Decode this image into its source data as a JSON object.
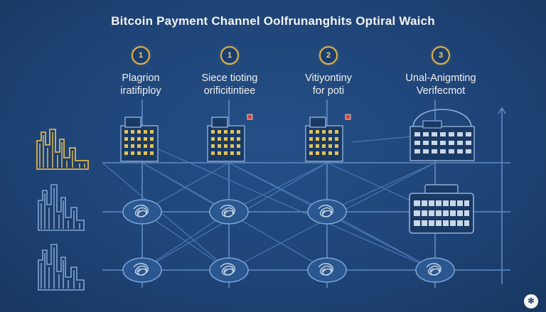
{
  "title": "Bitcoin Payment Channel Oolfrunanghits Optiral Waich",
  "steps": [
    {
      "number": "1",
      "label": "Plagrion\niratifiploy"
    },
    {
      "number": "1",
      "label": "Siece tioting\norificitintiee"
    },
    {
      "number": "2",
      "label": "Vitiyontiny\nfor poti"
    },
    {
      "number": "3",
      "label": "Unal-Anigmting\nVerifecmot"
    }
  ],
  "footer_icon": "✻",
  "colors": {
    "background": "#1f4478",
    "line": "#5f8cc4",
    "gold": "#e2b44a",
    "text": "#f0f0ec"
  }
}
